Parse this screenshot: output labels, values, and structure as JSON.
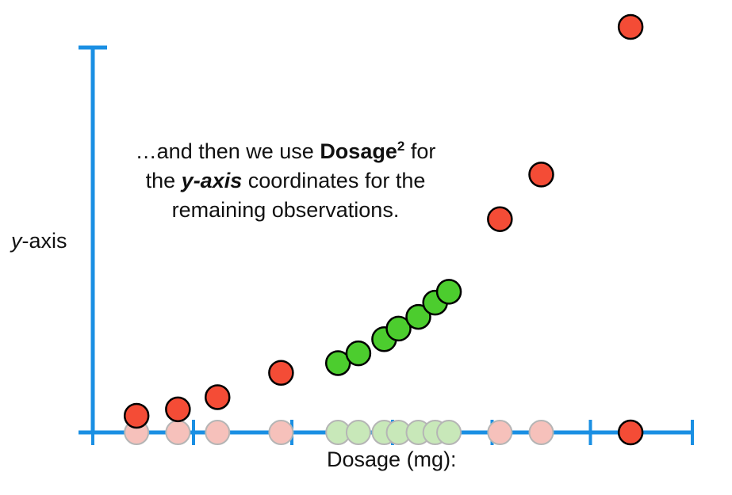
{
  "chart_data": {
    "type": "scatter",
    "annotation": {
      "pre": "…and then we use ",
      "bold": "Dosage",
      "sup": "2",
      "mid": " for",
      "line2_pre": "the ",
      "line2_bold": "y-axis",
      "line2_post": " coordinates for the",
      "line3": "remaining observations."
    },
    "ylabel": {
      "italic": "y",
      "rest": "-axis"
    },
    "xlabel": "Dosage (mg):",
    "colors": {
      "axis": "#1a8fe3",
      "red": "#f44c36",
      "green": "#4ccd2e",
      "red_faded": "#f6c1bb",
      "green_faded": "#c8e8b9"
    },
    "ylim": [
      0,
      100
    ],
    "xlim": [
      0,
      100
    ],
    "series": [
      {
        "color_role": "red",
        "x": [
          7.3,
          14.2,
          20.8,
          31.4,
          67.9,
          74.8,
          89.7
        ],
        "y": [
          4.1,
          5.7,
          8.7,
          14.7,
          52.6,
          63.6,
          100
        ]
      },
      {
        "color_role": "green",
        "x": [
          40.9,
          44.3,
          48.6,
          51.0,
          54.3,
          57.1,
          59.4
        ],
        "y": [
          17.1,
          19.5,
          23.0,
          25.6,
          28.5,
          32.0,
          34.7
        ]
      }
    ],
    "baseline_points": [
      {
        "x": 7.3,
        "role": "red_faded"
      },
      {
        "x": 14.2,
        "role": "red_faded"
      },
      {
        "x": 20.8,
        "role": "red_faded"
      },
      {
        "x": 31.4,
        "role": "red_faded"
      },
      {
        "x": 40.9,
        "role": "green_faded"
      },
      {
        "x": 44.3,
        "role": "green_faded"
      },
      {
        "x": 48.6,
        "role": "green_faded"
      },
      {
        "x": 51.0,
        "role": "green_faded"
      },
      {
        "x": 54.3,
        "role": "green_faded"
      },
      {
        "x": 57.1,
        "role": "green_faded"
      },
      {
        "x": 59.4,
        "role": "green_faded"
      },
      {
        "x": 67.9,
        "role": "red_faded"
      },
      {
        "x": 74.8,
        "role": "red_faded"
      },
      {
        "x": 89.7,
        "role": "red"
      }
    ],
    "x_ticks": [
      0,
      16.8,
      33.2,
      50.0,
      66.6,
      83.0,
      100
    ]
  }
}
